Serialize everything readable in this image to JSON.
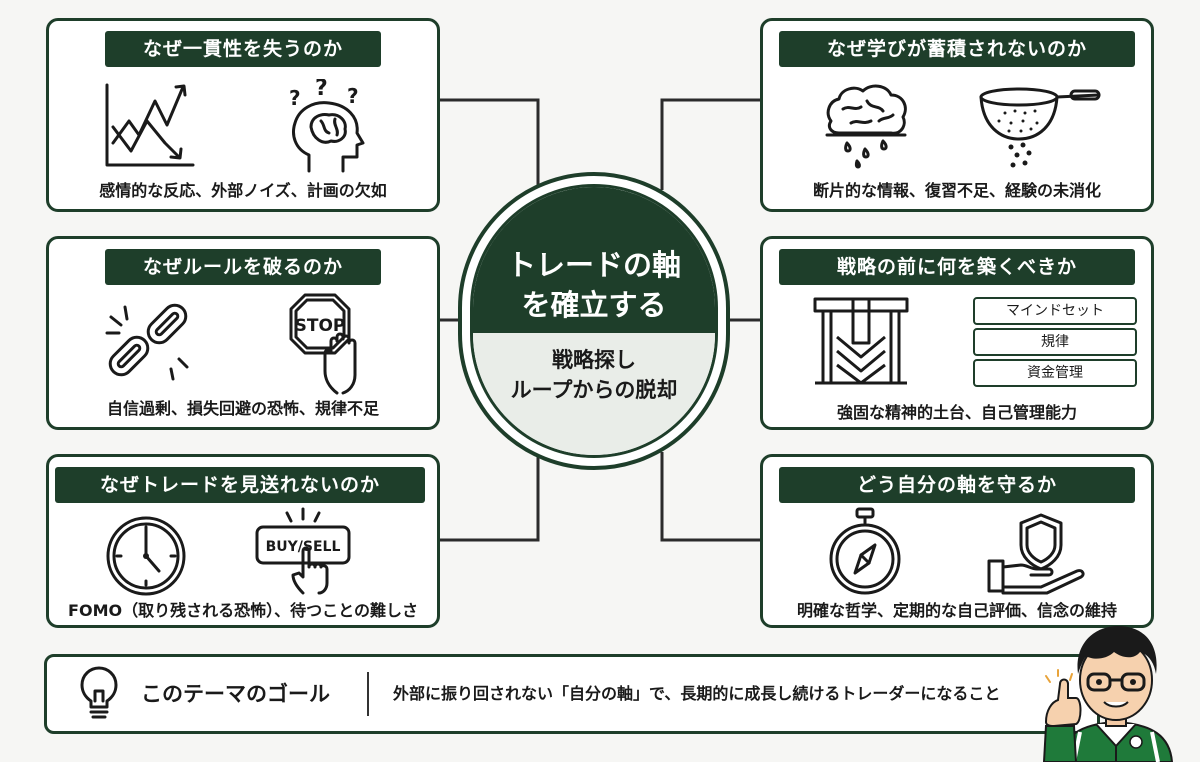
{
  "center": {
    "title_line1": "トレードの軸",
    "title_line2": "を確立する",
    "subtitle_line1": "戦略探し",
    "subtitle_line2": "ループからの脱却"
  },
  "cards": {
    "consistency": {
      "title": "なぜ一貫性を失うのか",
      "caption": "感情的な反応、外部ノイズ、計画の欠如",
      "icons": [
        "zigzag-chart-icon",
        "confused-head-icon"
      ]
    },
    "rules": {
      "title": "なぜルールを破るのか",
      "caption": "自信過剰、損失回避の恐怖、規律不足",
      "icons": [
        "broken-chain-icon",
        "stop-sign-hand-icon"
      ],
      "stop_text": "STOP"
    },
    "skip": {
      "title": "なぜトレードを見送れないのか",
      "caption": "FOMO（取り残される恐怖）、待つことの難しさ",
      "icons": [
        "clock-icon",
        "buy-sell-button-icon"
      ],
      "buy_sell_text": "BUY/SELL"
    },
    "learning": {
      "title": "なぜ学びが蓄積されないのか",
      "caption": "断片的な情報、復習不足、経験の未消化",
      "icons": [
        "leaking-brain-icon",
        "sieve-icon"
      ]
    },
    "foundation": {
      "title": "戦略の前に何を築くべきか",
      "caption": "強固な精神的土台、自己管理能力",
      "icons": [
        "foundation-icon"
      ],
      "pills": [
        "マインドセット",
        "規律",
        "資金管理"
      ]
    },
    "protect": {
      "title": "どう自分の軸を守るか",
      "caption": "明確な哲学、定期的な自己評価、信念の維持",
      "icons": [
        "compass-icon",
        "shield-hand-icon"
      ]
    }
  },
  "goal": {
    "label": "このテーマのゴール",
    "text": "外部に振り回されない「自分の軸」で、長期的に成長し続けるトレーダーになること",
    "icon": "lightbulb-icon"
  },
  "colors": {
    "primary": "#1e3e2a",
    "light": "#e9ede8",
    "background": "#f6f6f4"
  }
}
